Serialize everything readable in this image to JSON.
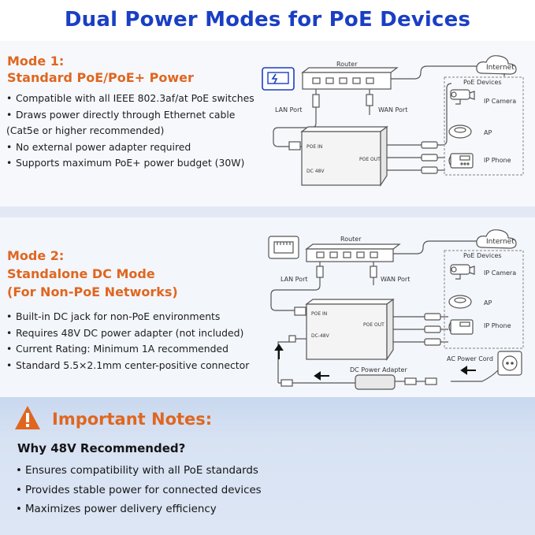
{
  "title": "Dual Power Modes for PoE Devices",
  "mode1": {
    "title_line1": "Mode 1:",
    "title_line2": "Standard PoE/PoE+ Power",
    "bullets": [
      "Compatible with all IEEE 802.3af/at PoE switches",
      "Draws power directly through Ethernet cable",
      "(Cat5e or higher recommended)",
      "No external power adapter required",
      "Supports maximum PoE+ power budget (30W)"
    ]
  },
  "mode2": {
    "title_line1": "Mode 2:",
    "title_line2": "Standalone DC Mode",
    "title_line3": "(For Non-PoE Networks)",
    "bullets": [
      "Built-in DC jack for non-PoE environments",
      "Requires 48V DC power adapter (not included)",
      "Current Rating: Minimum 1A recommended",
      "Standard 5.5×2.1mm center-positive connector"
    ]
  },
  "diagram": {
    "router": "Router",
    "internet": "Internet",
    "lan_port": "LAN Port",
    "wan_port": "WAN Port",
    "poe_devices": "PoE Devices",
    "ip_camera": "IP Camera",
    "ap": "AP",
    "ip_phone": "IP Phone",
    "poe_in": "POE IN",
    "poe_out": "POE OUT",
    "dc_48v_1": "DC 48V",
    "dc_48v_2": "DC-48V",
    "ac_power_cord": "AC Power Cord",
    "dc_power_adapter": "DC Power Adapter"
  },
  "notes": {
    "title": "Important Notes:",
    "subtitle": "Why 48V Recommended?",
    "bullets": [
      "Ensures compatibility with all PoE standards",
      "Provides stable power for connected devices",
      "Maximizes power delivery efficiency"
    ]
  },
  "colors": {
    "title_blue": "#1a3fc4",
    "accent_orange": "#e0661f",
    "line_gray": "#555555"
  }
}
